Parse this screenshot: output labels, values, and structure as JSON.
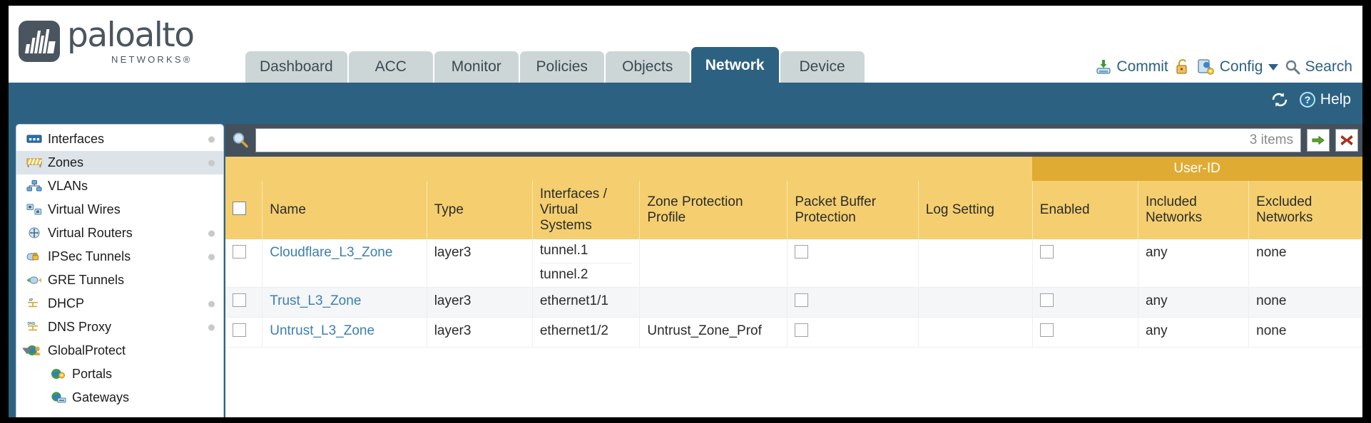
{
  "header": {
    "brand_name": "paloalto",
    "brand_sub": "NETWORKS®",
    "tabs": [
      {
        "label": "Dashboard",
        "active": false
      },
      {
        "label": "ACC",
        "active": false
      },
      {
        "label": "Monitor",
        "active": false
      },
      {
        "label": "Policies",
        "active": false
      },
      {
        "label": "Objects",
        "active": false
      },
      {
        "label": "Network",
        "active": true
      },
      {
        "label": "Device",
        "active": false
      }
    ],
    "toolbar": {
      "commit_label": "Commit",
      "config_label": "Config",
      "search_label": "Search",
      "lock_icon": "lock-icon",
      "commit_icon": "commit-save-icon",
      "config_icon": "config-wrench-icon",
      "search_icon": "search-magnifier-icon",
      "caret_icon": "chevron-down-icon"
    },
    "band": {
      "refresh_icon": "refresh-icon",
      "help_label": "Help",
      "help_icon": "question-circle-icon"
    }
  },
  "sidebar": {
    "items": [
      {
        "label": "Interfaces",
        "icon": "interfaces-icon",
        "dot": true,
        "selected": false,
        "child": false,
        "triangle": false
      },
      {
        "label": "Zones",
        "icon": "zones-icon",
        "dot": true,
        "selected": true,
        "child": false,
        "triangle": false
      },
      {
        "label": "VLANs",
        "icon": "vlans-icon",
        "dot": false,
        "selected": false,
        "child": false,
        "triangle": false
      },
      {
        "label": "Virtual Wires",
        "icon": "virtual-wires-icon",
        "dot": false,
        "selected": false,
        "child": false,
        "triangle": false
      },
      {
        "label": "Virtual Routers",
        "icon": "virtual-routers-icon",
        "dot": true,
        "selected": false,
        "child": false,
        "triangle": false
      },
      {
        "label": "IPSec Tunnels",
        "icon": "ipsec-tunnels-icon",
        "dot": true,
        "selected": false,
        "child": false,
        "triangle": false
      },
      {
        "label": "GRE Tunnels",
        "icon": "gre-tunnels-icon",
        "dot": false,
        "selected": false,
        "child": false,
        "triangle": false
      },
      {
        "label": "DHCP",
        "icon": "dhcp-icon",
        "dot": true,
        "selected": false,
        "child": false,
        "triangle": false
      },
      {
        "label": "DNS Proxy",
        "icon": "dns-proxy-icon",
        "dot": true,
        "selected": false,
        "child": false,
        "triangle": false
      },
      {
        "label": "GlobalProtect",
        "icon": "globalprotect-icon",
        "dot": false,
        "selected": false,
        "child": false,
        "triangle": true
      },
      {
        "label": "Portals",
        "icon": "portals-icon",
        "dot": false,
        "selected": false,
        "child": true,
        "triangle": false
      },
      {
        "label": "Gateways",
        "icon": "gateways-icon",
        "dot": false,
        "selected": false,
        "child": true,
        "triangle": false
      }
    ]
  },
  "search": {
    "value": "",
    "placeholder": "",
    "items_count": "3 items",
    "magnifier_icon": "search-magnifier-icon",
    "apply_icon": "apply-arrow-icon",
    "clear_icon": "clear-x-icon"
  },
  "table": {
    "group_header": "User-ID",
    "columns": [
      "Name",
      "Type",
      "Interfaces / Virtual Systems",
      "Zone Protection Profile",
      "Packet Buffer Protection",
      "Log Setting",
      "Enabled",
      "Included Networks",
      "Excluded Networks"
    ],
    "rows": [
      {
        "name": "Cloudflare_L3_Zone",
        "type": "layer3",
        "interfaces": [
          "tunnel.1",
          "tunnel.2"
        ],
        "zone_protection_profile": "",
        "packet_buffer_protection": "",
        "log_setting": "",
        "userid_enabled": "",
        "included_networks": "any",
        "excluded_networks": "none"
      },
      {
        "name": "Trust_L3_Zone",
        "type": "layer3",
        "interfaces": [
          "ethernet1/1"
        ],
        "zone_protection_profile": "",
        "packet_buffer_protection": "",
        "log_setting": "",
        "userid_enabled": "",
        "included_networks": "any",
        "excluded_networks": "none"
      },
      {
        "name": "Untrust_L3_Zone",
        "type": "layer3",
        "interfaces": [
          "ethernet1/2"
        ],
        "zone_protection_profile": "Untrust_Zone_Prof",
        "packet_buffer_protection": "",
        "log_setting": "",
        "userid_enabled": "",
        "included_networks": "any",
        "excluded_networks": "none"
      }
    ]
  },
  "colors": {
    "brand_blue": "#2d6182",
    "header_gold": "#f5cf6f",
    "group_gold": "#e0ab33",
    "panel_dark": "#44505c",
    "link_blue": "#3c7fb1"
  }
}
